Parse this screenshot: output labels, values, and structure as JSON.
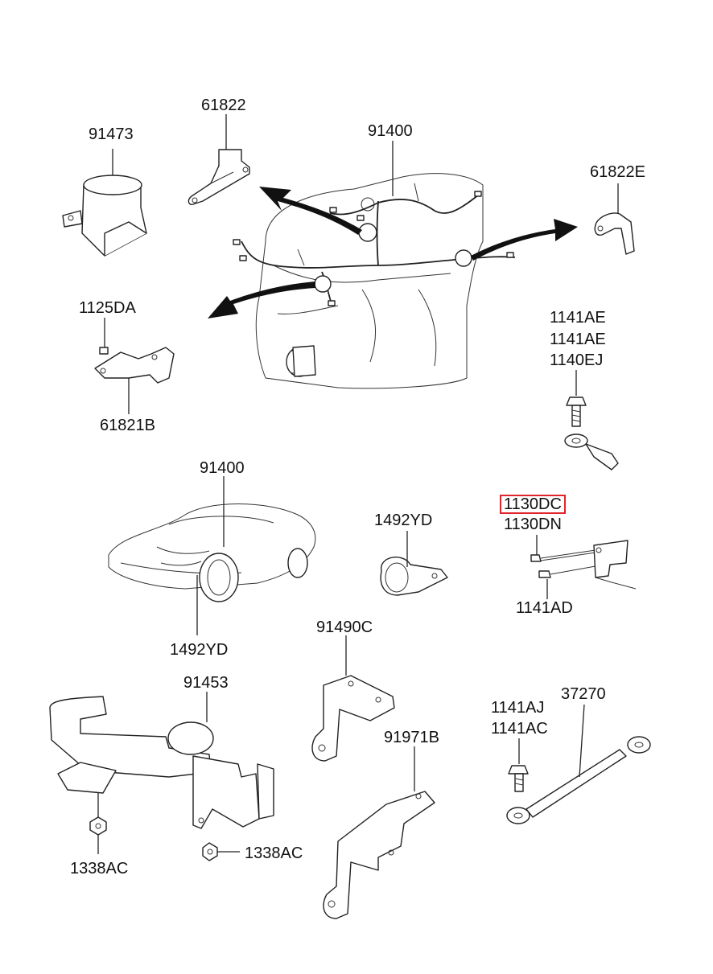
{
  "parts": {
    "p91473": "91473",
    "p61822": "61822",
    "p91400_top": "91400",
    "p61822E": "61822E",
    "p1125DA": "1125DA",
    "p61821B": "61821B",
    "p1141AE_1": "1141AE",
    "p1141AE_2": "1141AE",
    "p1140EJ": "1140EJ",
    "p91400_car": "91400",
    "p1492YD_clip": "1492YD",
    "p1130DC": "1130DC",
    "p1130DN": "1130DN",
    "p1141AD": "1141AD",
    "p1492YD_car": "1492YD",
    "p91490C": "91490C",
    "p91453": "91453",
    "p1141AJ": "1141AJ",
    "p1141AC": "1141AC",
    "p37270": "37270",
    "p91971B": "91971B",
    "p1338AC_left": "1338AC",
    "p1338AC_right": "1338AC"
  },
  "highlight_color": "#e0242b"
}
